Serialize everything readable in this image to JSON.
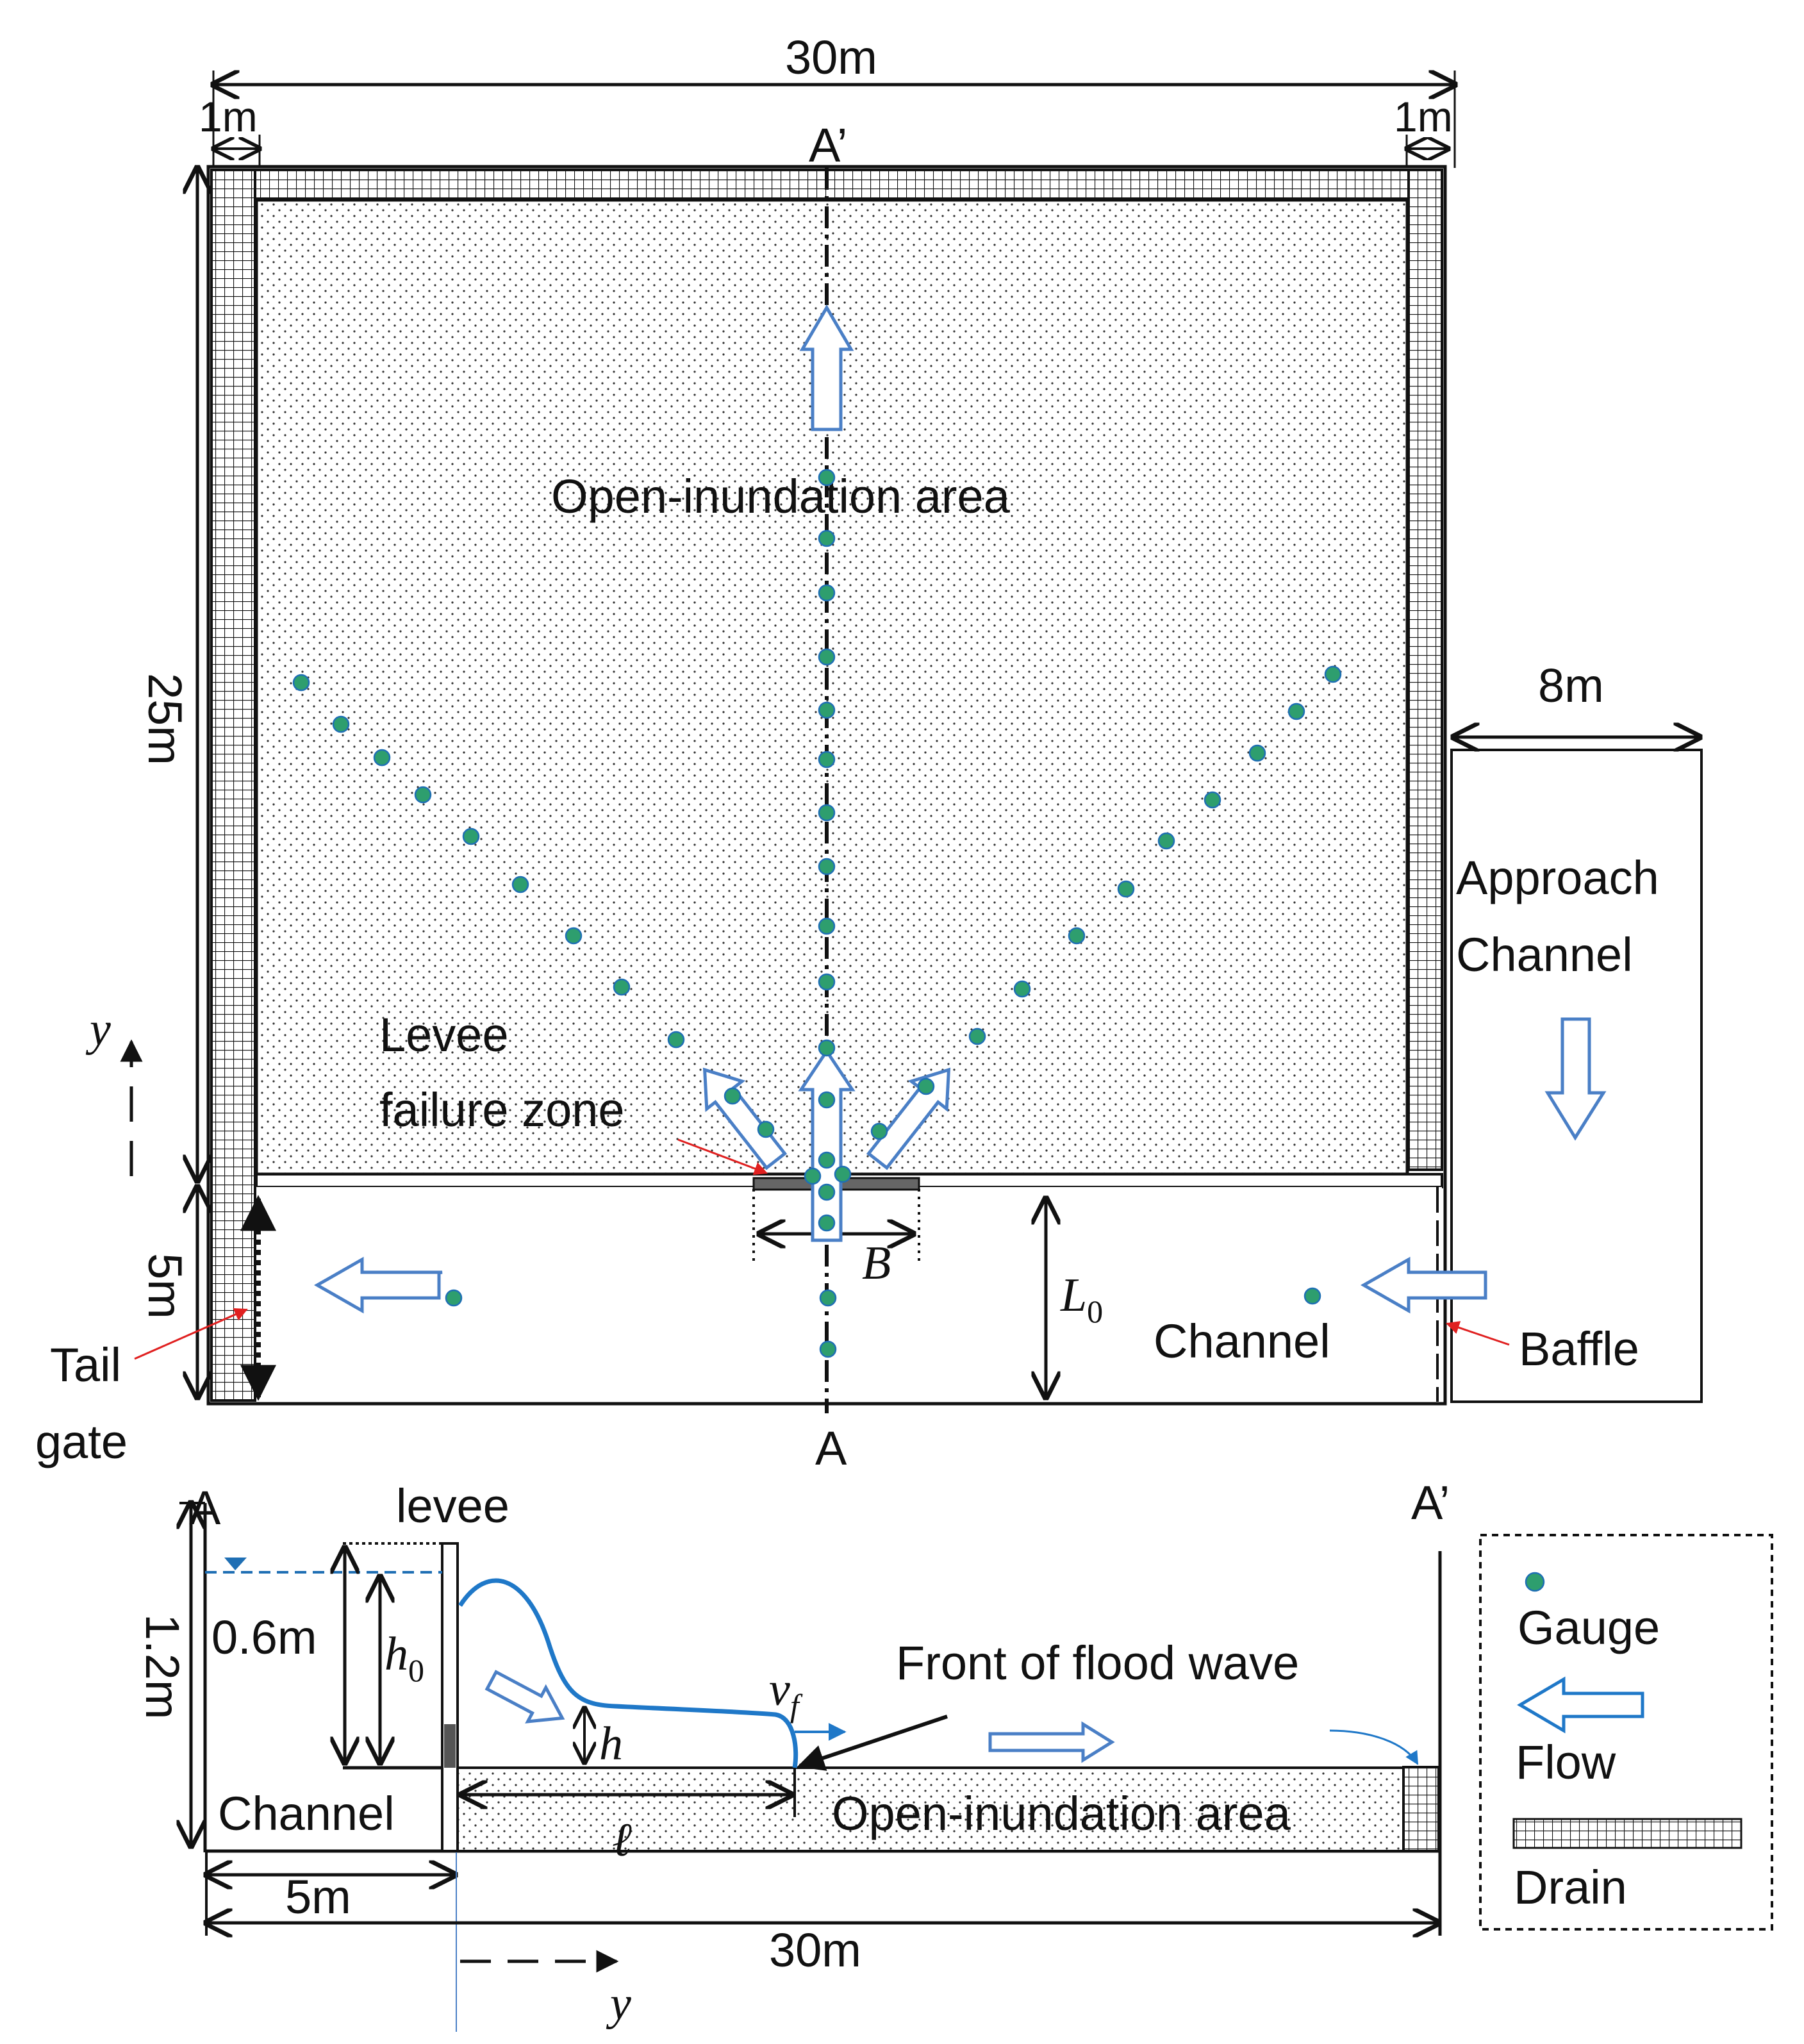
{
  "colors": {
    "gauge": "#2e9e6e",
    "gauge_stroke": "#1f6fb4",
    "flow_arrow": "#4a7fc6",
    "water_surface": "#1f78c8",
    "pointer_red": "#e02020",
    "line": "#111111"
  },
  "plan": {
    "width_label": "30m",
    "drain_left_label": "1m",
    "drain_right_label": "1m",
    "length_label": "25m",
    "channel_width_label": "5m",
    "approach_width_label": "8m",
    "section_top_label": "A’",
    "section_bottom_label": "A",
    "inundation_label": "Open-inundation area",
    "levee_failure_label_line1": "Levee",
    "levee_failure_label_line2": "failure zone",
    "approach_label_line1": "Approach",
    "approach_label_line2": "Channel",
    "breach_label": "B",
    "l0_label": "L",
    "l0_sub": "0",
    "channel_label": "Channel",
    "baffle_label": "Baffle",
    "tail_label_line1": "Tail",
    "tail_label_line2": "gate",
    "y_axis_label": "y"
  },
  "section": {
    "a_label": "A",
    "a_prime_label": "A’",
    "levee_label": "levee",
    "height_label": "1.2m",
    "water_depth_label": "0.6m",
    "h0_label": "h",
    "h0_sub": "0",
    "h_label": "h",
    "vf_label": "v",
    "vf_sub": "f",
    "front_label": "Front of flood wave",
    "ell_label": "ℓ",
    "channel_label": "Channel",
    "inundation_label": "Open-inundation area",
    "channel_width_label": "5m",
    "total_length_label": "30m",
    "y_axis_label": "y"
  },
  "legend": {
    "gauge_label": "Gauge",
    "flow_label": "Flow",
    "drain_label": "Drain"
  },
  "gauges": [
    {
      "group": "centerline",
      "count": 17
    },
    {
      "group": "left-diagonal",
      "count": 11
    },
    {
      "group": "right-diagonal",
      "count": 11
    },
    {
      "group": "channel",
      "count": 3
    }
  ]
}
